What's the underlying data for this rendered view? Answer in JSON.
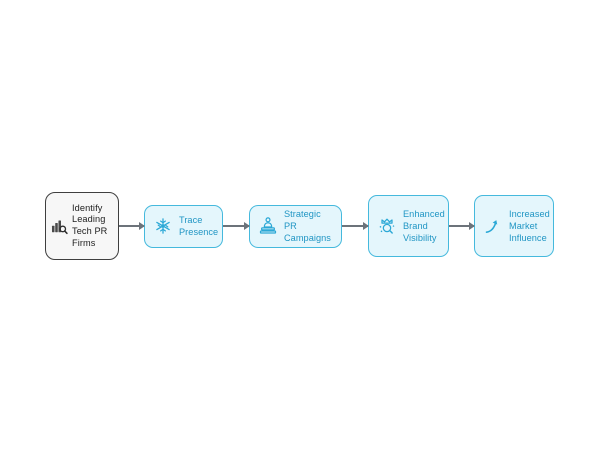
{
  "diagram": {
    "type": "horizontal-flowchart",
    "title": "",
    "colors": {
      "step_fill": "#e4f6fc",
      "step_border": "#45b9dd",
      "step_text": "#2196c4",
      "start_fill": "#f7f7f7",
      "start_border": "#3f3f3f",
      "start_text": "#1d1d1d",
      "connector": "#6c737a",
      "background": "#ffffff"
    },
    "nodes": [
      {
        "id": "identify-leading-tech-pr-firms",
        "label": "Identify\nLeading\nTech PR\nFirms",
        "icon": "bar-chart-magnifier-icon",
        "style": "start"
      },
      {
        "id": "trace-presence",
        "label": "Trace\nPresence",
        "icon": "network-snowflake-icon",
        "style": "step"
      },
      {
        "id": "strategic-pr-campaigns",
        "label": "Strategic PR\nCampaigns",
        "icon": "presenter-podium-icon",
        "style": "step"
      },
      {
        "id": "enhanced-brand-visibility",
        "label": "Enhanced\nBrand\nVisibility",
        "icon": "crown-sparkle-icon",
        "style": "step"
      },
      {
        "id": "increased-market-influence",
        "label": "Increased\nMarket\nInfluence",
        "icon": "growth-arrow-icon",
        "style": "step"
      }
    ],
    "connectors": [
      {
        "from": "identify-leading-tech-pr-firms",
        "to": "trace-presence",
        "arrow": "right"
      },
      {
        "from": "trace-presence",
        "to": "strategic-pr-campaigns",
        "arrow": "right"
      },
      {
        "from": "strategic-pr-campaigns",
        "to": "enhanced-brand-visibility",
        "arrow": "right"
      },
      {
        "from": "enhanced-brand-visibility",
        "to": "increased-market-influence",
        "arrow": "right"
      }
    ]
  }
}
